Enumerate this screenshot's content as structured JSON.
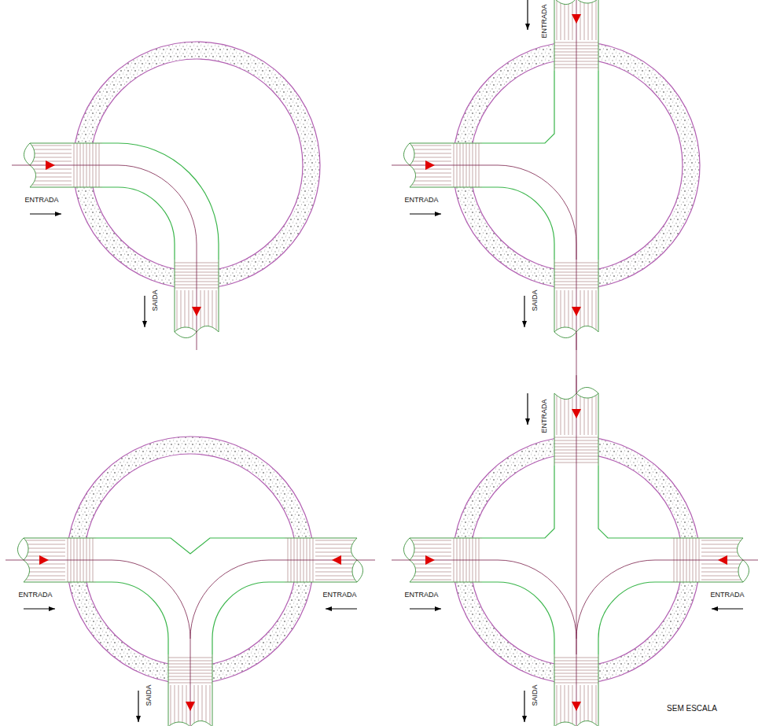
{
  "diagram": {
    "labels": [
      "ENTRADA",
      "SAIDA",
      "ENTRADA",
      "ENTRADA",
      "SAIDA",
      "ENTRADA",
      "ENTRADA",
      "SAIDA",
      "ENTRADA",
      "ENTRADA",
      "ENTRADA",
      "SAIDA",
      "SEM ESCALA"
    ]
  }
}
